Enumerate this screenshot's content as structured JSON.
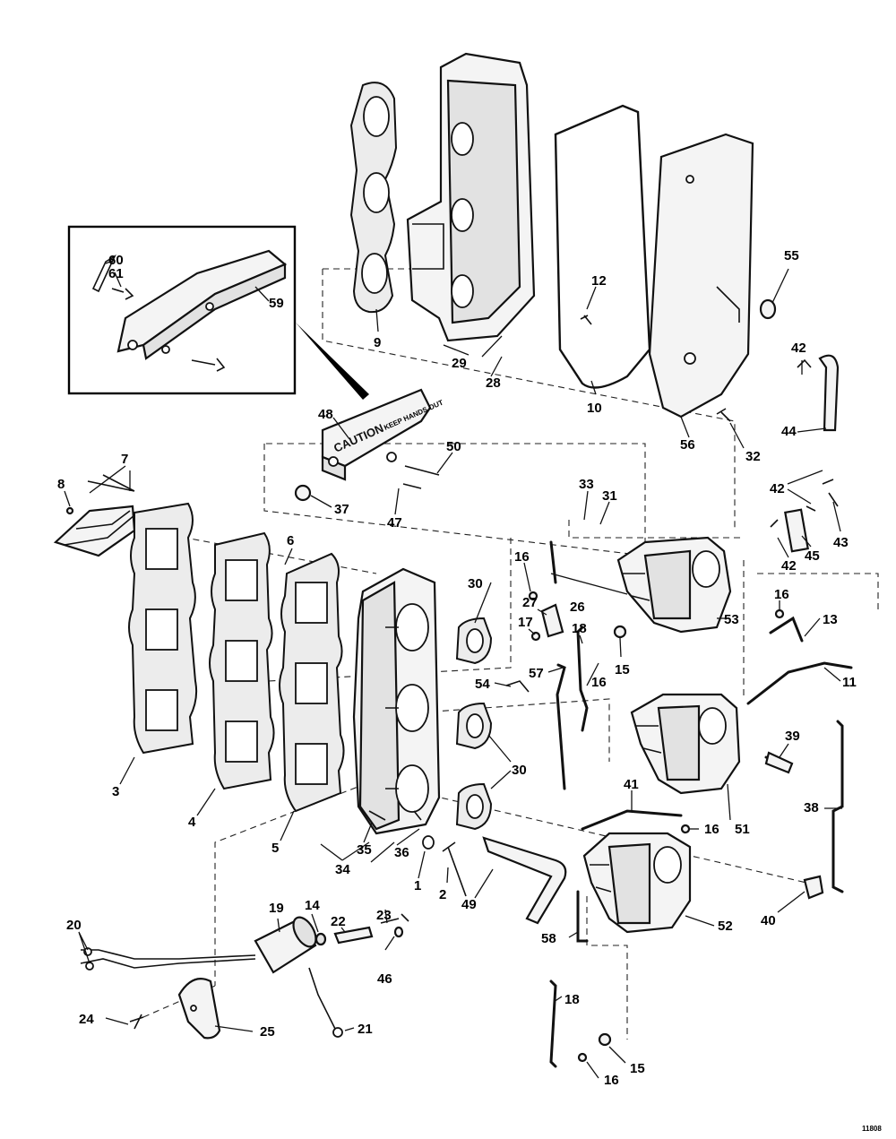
{
  "figure_ref": "11808",
  "guard_decal": {
    "line1": "CAUTION",
    "line2": "KEEP HANDS OUT"
  },
  "callouts": [
    {
      "id": "c60",
      "label": "60"
    },
    {
      "id": "c61",
      "label": "61"
    },
    {
      "id": "c59",
      "label": "59"
    },
    {
      "id": "c9",
      "label": "9"
    },
    {
      "id": "c12",
      "label": "12"
    },
    {
      "id": "c29",
      "label": "29"
    },
    {
      "id": "c28",
      "label": "28"
    },
    {
      "id": "c10",
      "label": "10"
    },
    {
      "id": "c55",
      "label": "55"
    },
    {
      "id": "c56",
      "label": "56"
    },
    {
      "id": "c32",
      "label": "32"
    },
    {
      "id": "c42a",
      "label": "42"
    },
    {
      "id": "c44",
      "label": "44"
    },
    {
      "id": "c42b",
      "label": "42"
    },
    {
      "id": "c43",
      "label": "43"
    },
    {
      "id": "c42c",
      "label": "42"
    },
    {
      "id": "c45",
      "label": "45"
    },
    {
      "id": "c48",
      "label": "48"
    },
    {
      "id": "c50",
      "label": "50"
    },
    {
      "id": "c47",
      "label": "47"
    },
    {
      "id": "c37",
      "label": "37"
    },
    {
      "id": "c7",
      "label": "7"
    },
    {
      "id": "c8",
      "label": "8"
    },
    {
      "id": "c6",
      "label": "6"
    },
    {
      "id": "c33",
      "label": "33"
    },
    {
      "id": "c31",
      "label": "31"
    },
    {
      "id": "c16a",
      "label": "16"
    },
    {
      "id": "c26",
      "label": "26"
    },
    {
      "id": "c27",
      "label": "27"
    },
    {
      "id": "c17",
      "label": "17"
    },
    {
      "id": "c18a",
      "label": "18"
    },
    {
      "id": "c16b",
      "label": "16"
    },
    {
      "id": "c15a",
      "label": "15"
    },
    {
      "id": "c53",
      "label": "53"
    },
    {
      "id": "c16c",
      "label": "16"
    },
    {
      "id": "c13",
      "label": "13"
    },
    {
      "id": "c30a",
      "label": "30"
    },
    {
      "id": "c54",
      "label": "54"
    },
    {
      "id": "c57",
      "label": "57"
    },
    {
      "id": "c11",
      "label": "11"
    },
    {
      "id": "c39",
      "label": "39"
    },
    {
      "id": "c30b",
      "label": "30"
    },
    {
      "id": "c3",
      "label": "3"
    },
    {
      "id": "c4",
      "label": "4"
    },
    {
      "id": "c5",
      "label": "5"
    },
    {
      "id": "c35",
      "label": "35"
    },
    {
      "id": "c36",
      "label": "36"
    },
    {
      "id": "c34",
      "label": "34"
    },
    {
      "id": "c1",
      "label": "1"
    },
    {
      "id": "c2",
      "label": "2"
    },
    {
      "id": "c49",
      "label": "49"
    },
    {
      "id": "c41",
      "label": "41"
    },
    {
      "id": "c16d",
      "label": "16"
    },
    {
      "id": "c51",
      "label": "51"
    },
    {
      "id": "c38",
      "label": "38"
    },
    {
      "id": "c52",
      "label": "52"
    },
    {
      "id": "c40",
      "label": "40"
    },
    {
      "id": "c58",
      "label": "58"
    },
    {
      "id": "c19",
      "label": "19"
    },
    {
      "id": "c14",
      "label": "14"
    },
    {
      "id": "c22",
      "label": "22"
    },
    {
      "id": "c23",
      "label": "23"
    },
    {
      "id": "c46",
      "label": "46"
    },
    {
      "id": "c20",
      "label": "20"
    },
    {
      "id": "c24",
      "label": "24"
    },
    {
      "id": "c25",
      "label": "25"
    },
    {
      "id": "c21",
      "label": "21"
    },
    {
      "id": "c18b",
      "label": "18"
    },
    {
      "id": "c15b",
      "label": "15"
    },
    {
      "id": "c16e",
      "label": "16"
    }
  ]
}
